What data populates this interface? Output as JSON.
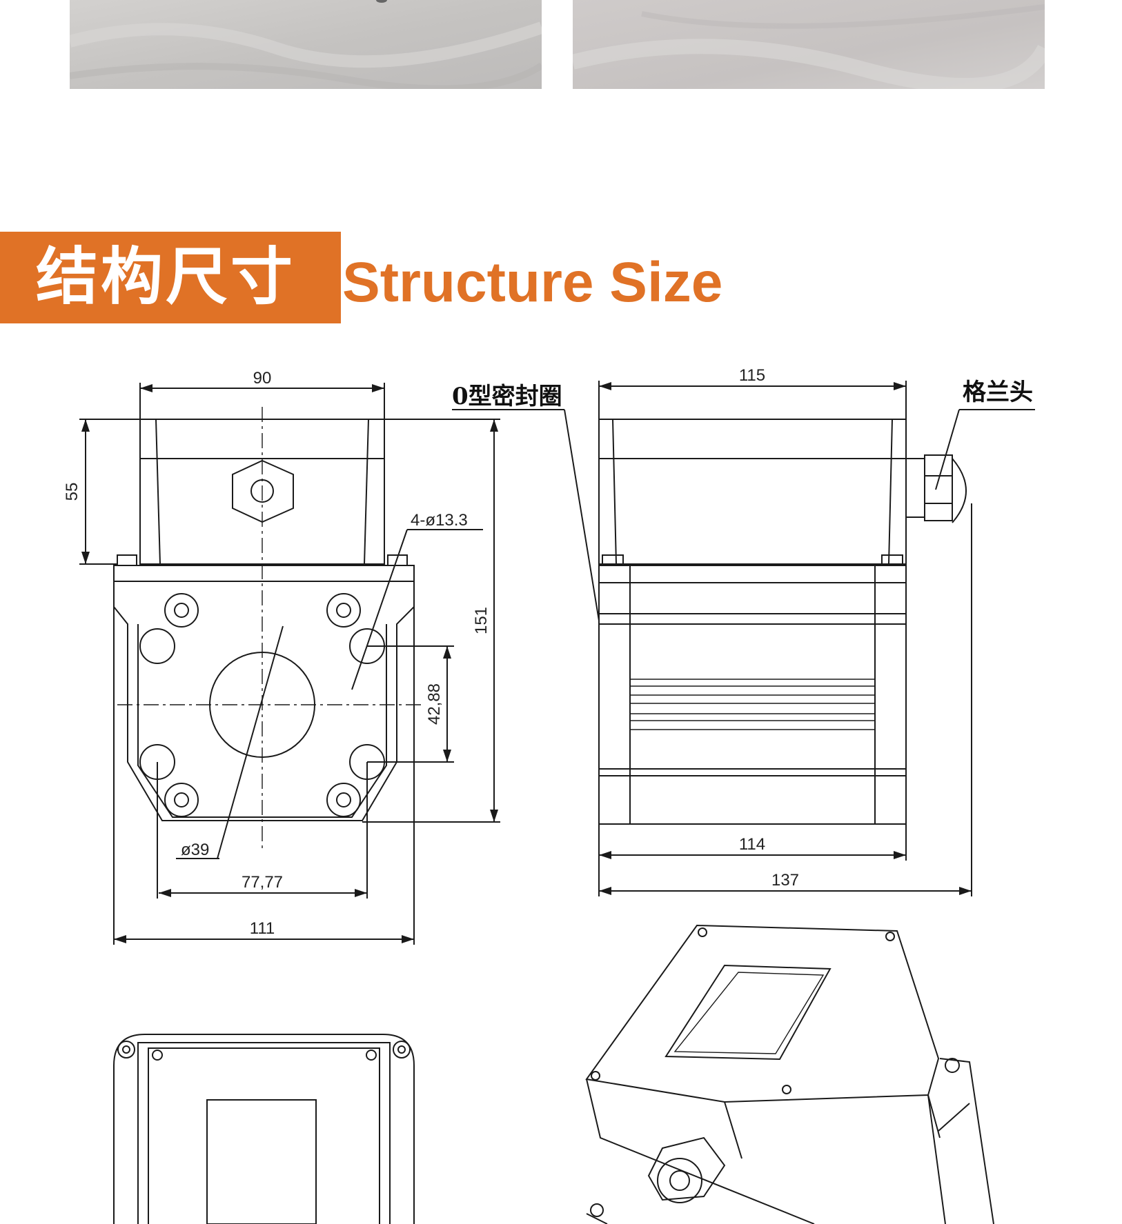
{
  "theme": {
    "accent": "#e07226",
    "line": "#1a1a1a",
    "photo_bg": "#c9c7c5"
  },
  "photos": [
    {
      "name": "product-photo-left"
    },
    {
      "name": "product-photo-right"
    }
  ],
  "section": {
    "title_cn": "结构尺寸",
    "title_en": "Structure Size"
  },
  "front_view": {
    "width_top": "90",
    "height_cover": "55",
    "hole_spec": "4-ø13.3",
    "total_height": "151",
    "hole_pitch_v": "42,88",
    "center_dia": "ø39",
    "hole_pitch_h": "77,77",
    "width_base": "111"
  },
  "side_view": {
    "oring_label": "0型密封圈",
    "gland_label": "格兰头",
    "width_top": "115",
    "width_base": "114",
    "total_width": "137"
  },
  "top_view": {
    "name": "top-view"
  },
  "iso_view": {
    "name": "isometric-view"
  }
}
